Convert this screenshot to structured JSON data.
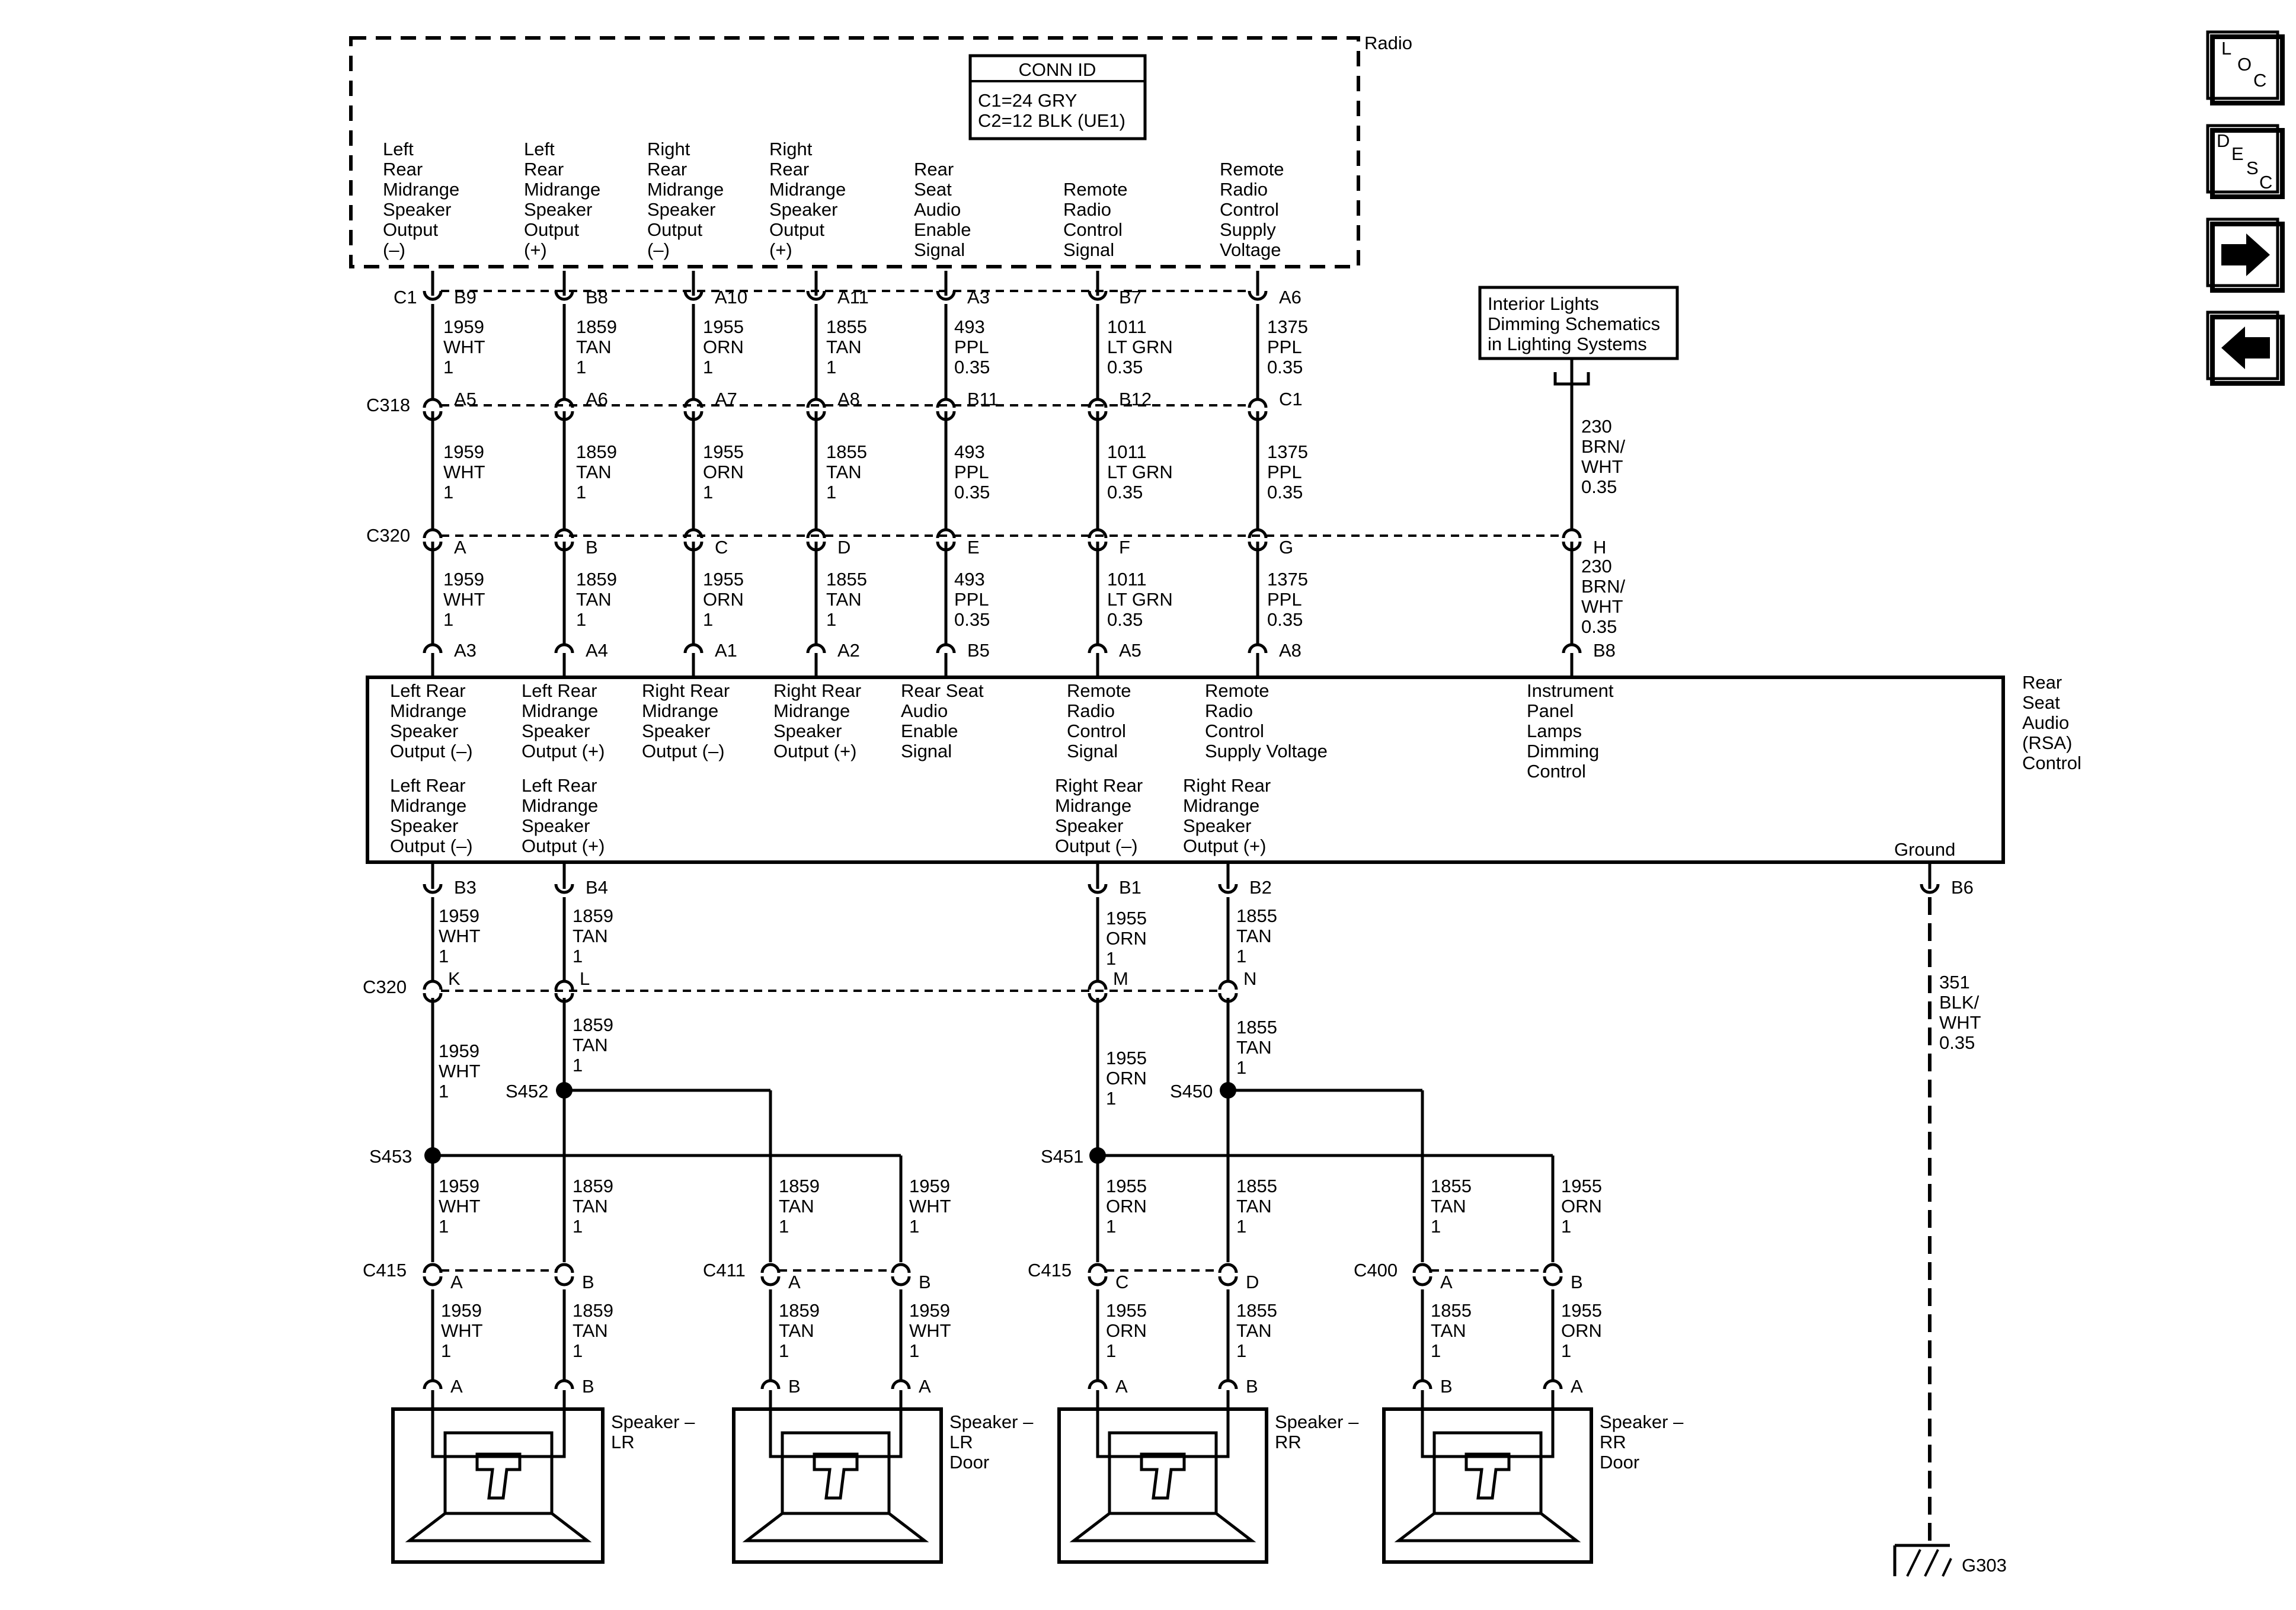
{
  "radio": {
    "title": "Radio",
    "conn_id_title": "CONN ID",
    "conn_id_lines": [
      "C1=24 GRY",
      "C2=12 BLK (UE1)"
    ],
    "pins": [
      {
        "conn": "C1",
        "pin": "B9",
        "label": [
          "Left",
          "Rear",
          "Midrange",
          "Speaker",
          "Output",
          "(–)"
        ]
      },
      {
        "conn": "",
        "pin": "B8",
        "label": [
          "Left",
          "Rear",
          "Midrange",
          "Speaker",
          "Output",
          "(+)"
        ]
      },
      {
        "conn": "",
        "pin": "A10",
        "label": [
          "Right",
          "Rear",
          "Midrange",
          "Speaker",
          "Output",
          "(–)"
        ]
      },
      {
        "conn": "",
        "pin": "A11",
        "label": [
          "Right",
          "Rear",
          "Midrange",
          "Speaker",
          "Output",
          "(+)"
        ]
      },
      {
        "conn": "",
        "pin": "A3",
        "label": [
          "Rear",
          "Seat",
          "Audio",
          "Enable",
          "Signal"
        ]
      },
      {
        "conn": "",
        "pin": "B7",
        "label": [
          "Remote",
          "Radio",
          "Control",
          "Signal"
        ]
      },
      {
        "conn": "",
        "pin": "A6",
        "label": [
          "Remote",
          "Radio",
          "Control",
          "Supply",
          "Voltage"
        ]
      }
    ]
  },
  "lighting_ref": {
    "lines": [
      "Interior Lights",
      "Dimming Schematics",
      "in Lighting Systems"
    ],
    "wire": [
      "230",
      "BRN/",
      "WHT",
      "0.35"
    ]
  },
  "connectors": {
    "c318": {
      "name": "C318",
      "pins": [
        "A5",
        "A6",
        "A7",
        "A8",
        "B11",
        "B12",
        "C1"
      ]
    },
    "c320_top": {
      "name": "C320",
      "pins": [
        "A",
        "B",
        "C",
        "D",
        "E",
        "F",
        "G",
        "H"
      ]
    },
    "c320_bottom": {
      "name": "C320",
      "pins": [
        "K",
        "L",
        "M",
        "N"
      ]
    }
  },
  "wires_upper": [
    [
      "1959",
      "WHT",
      "1"
    ],
    [
      "1859",
      "TAN",
      "1"
    ],
    [
      "1955",
      "ORN",
      "1"
    ],
    [
      "1855",
      "TAN",
      "1"
    ],
    [
      "493",
      "PPL",
      "0.35"
    ],
    [
      "1011",
      "LT GRN",
      "0.35"
    ],
    [
      "1375",
      "PPL",
      "0.35"
    ],
    [
      "230",
      "BRN/",
      "WHT",
      "0.35"
    ]
  ],
  "rsa": {
    "title": [
      "Rear",
      "Seat",
      "Audio",
      "(RSA)",
      "Control"
    ],
    "top_pins": [
      "A3",
      "A4",
      "A1",
      "A2",
      "B5",
      "A5",
      "A8",
      "B8"
    ],
    "top_labels": [
      [
        "Left Rear",
        "Midrange",
        "Speaker",
        "Output (–)"
      ],
      [
        "Left Rear",
        "Midrange",
        "Speaker",
        "Output (+)"
      ],
      [
        "Right Rear",
        "Midrange",
        "Speaker",
        "Output (–)"
      ],
      [
        "Right Rear",
        "Midrange",
        "Speaker",
        "Output (+)"
      ],
      [
        "Rear Seat",
        "Audio",
        "Enable",
        "Signal"
      ],
      [
        "Remote",
        "Radio",
        "Control",
        "Signal"
      ],
      [
        "Remote",
        "Radio",
        "Control",
        "Supply Voltage"
      ],
      [
        "Instrument",
        "Panel",
        "Lamps",
        "Dimming",
        "Control"
      ]
    ],
    "bottom_labels": [
      [
        "Left Rear",
        "Midrange",
        "Speaker",
        "Output (–)"
      ],
      [
        "Left Rear",
        "Midrange",
        "Speaker",
        "Output (+)"
      ],
      [
        "Right Rear",
        "Midrange",
        "Speaker",
        "Output (–)"
      ],
      [
        "Right Rear",
        "Midrange",
        "Speaker",
        "Output (+)"
      ]
    ],
    "ground_label": "Ground",
    "bottom_pins": [
      "B3",
      "B4",
      "B1",
      "B2",
      "B6"
    ]
  },
  "wires_lower": {
    "wht": [
      "1959",
      "WHT",
      "1"
    ],
    "tan_l": [
      "1859",
      "TAN",
      "1"
    ],
    "orn": [
      "1955",
      "ORN",
      "1"
    ],
    "tan_r": [
      "1855",
      "TAN",
      "1"
    ],
    "ground": [
      "351",
      "BLK/",
      "WHT",
      "0.35"
    ]
  },
  "splices": [
    "S452",
    "S453",
    "S450",
    "S451"
  ],
  "inline": {
    "c415": "C415",
    "c411": "C411",
    "c400": "C400",
    "pins_a": "A",
    "pins_b": "B",
    "pins_c": "C",
    "pins_d": "D"
  },
  "speakers": [
    {
      "lines": [
        "Speaker –",
        "LR"
      ]
    },
    {
      "lines": [
        "Speaker –",
        "LR",
        "Door"
      ]
    },
    {
      "lines": [
        "Speaker –",
        "RR"
      ]
    },
    {
      "lines": [
        "Speaker –",
        "RR",
        "Door"
      ]
    }
  ],
  "ground": {
    "name": "G303"
  },
  "nav": {
    "loc": [
      "L",
      "O",
      "C"
    ],
    "desc": [
      "D",
      "E",
      "S",
      "C"
    ]
  }
}
